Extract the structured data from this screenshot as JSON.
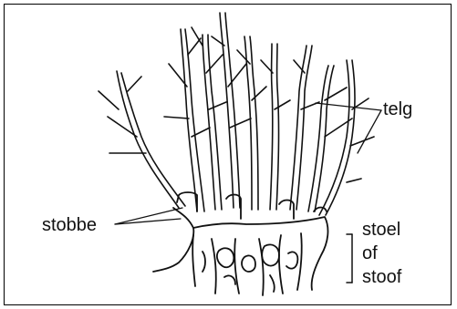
{
  "labels": {
    "telg": "telg",
    "stobbe": "stobbe",
    "stoel": "stoel",
    "of": "of",
    "stoof": "stoof"
  },
  "colors": {
    "ink": "#111111",
    "background": "#ffffff"
  }
}
